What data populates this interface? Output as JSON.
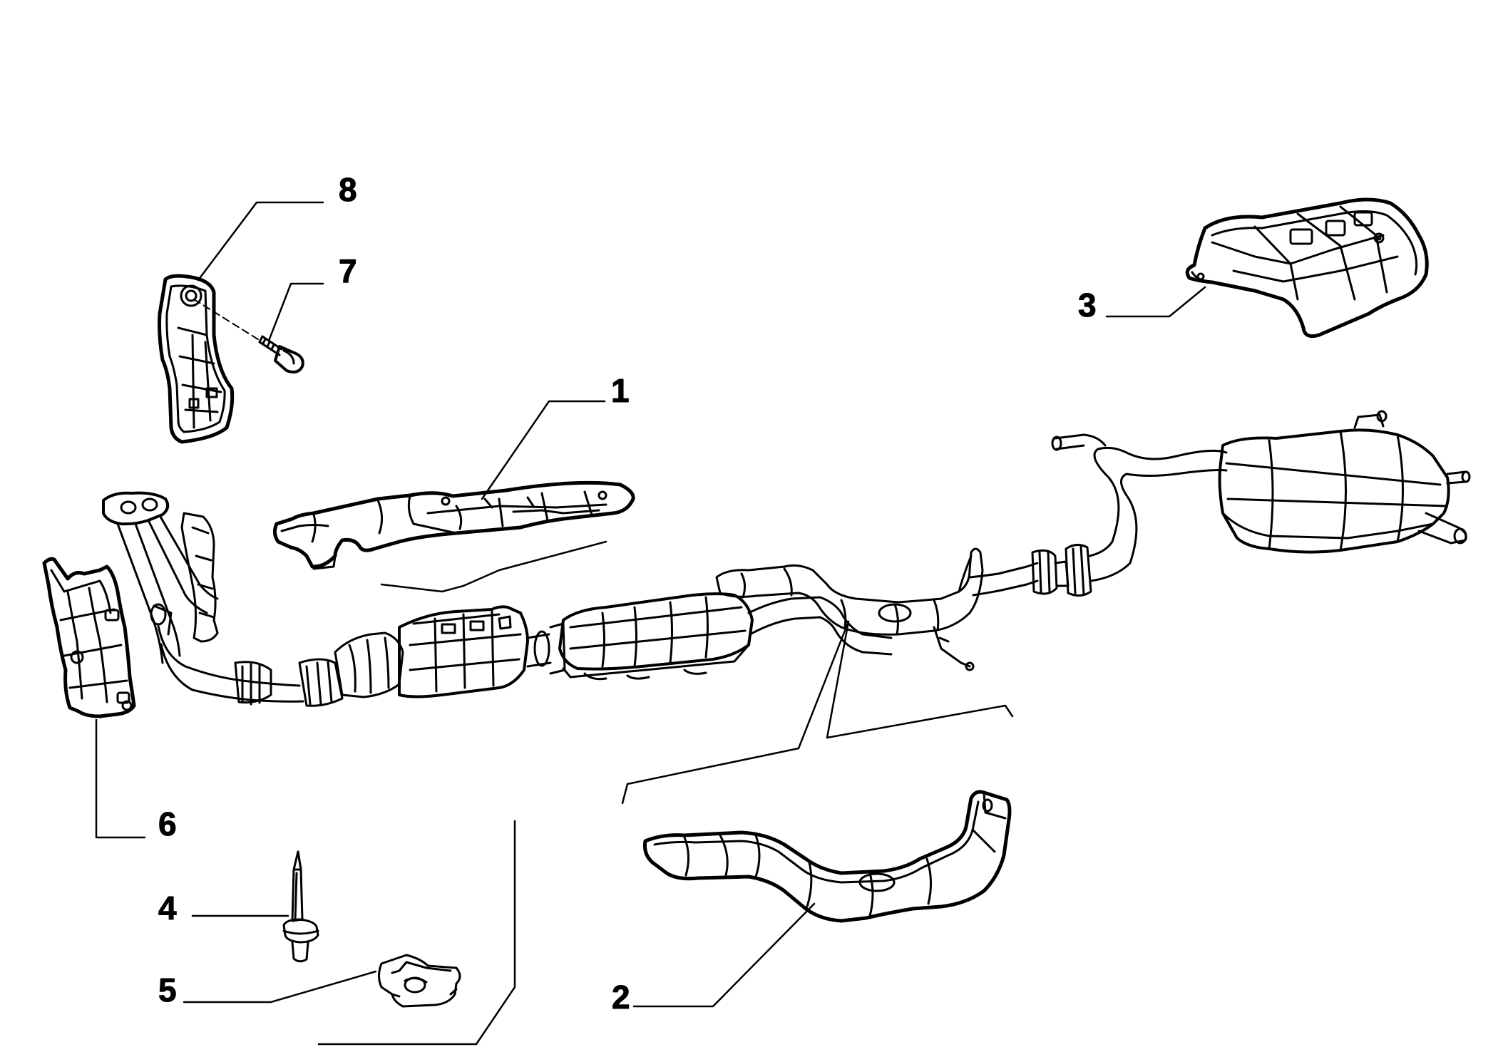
{
  "colors": {
    "line": "#000000",
    "paper": "#ffffff"
  },
  "callouts": [
    {
      "id": "1",
      "label": "1"
    },
    {
      "id": "2",
      "label": "2"
    },
    {
      "id": "3",
      "label": "3"
    },
    {
      "id": "4",
      "label": "4"
    },
    {
      "id": "5",
      "label": "5"
    },
    {
      "id": "6",
      "label": "6"
    },
    {
      "id": "7",
      "label": "7"
    },
    {
      "id": "8",
      "label": "8"
    }
  ]
}
